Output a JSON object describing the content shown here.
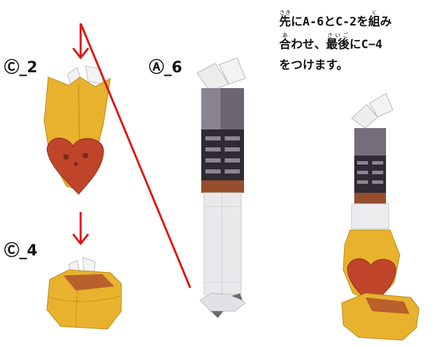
{
  "labels": {
    "c2": "Ⓒ_2",
    "a6": "Ⓐ_6",
    "c4": "Ⓒ_4"
  },
  "instructions": {
    "line1_pre": "",
    "line1_k1": "先",
    "line1_r1": "さき",
    "line1_mid": "にA-6とC-2を",
    "line1_k2": "組",
    "line1_r2": "く",
    "line1_post": "み",
    "line2_k1": "合",
    "line2_r1": "あ",
    "line2_mid": "わせ、",
    "line2_k2": "最後",
    "line2_r2": "さいご",
    "line2_post": "にC−4",
    "line3": "をつけます。"
  },
  "colors": {
    "arrow": "#e11414",
    "paper_yellow": "#e8b22e",
    "paper_red": "#c0442a",
    "paper_white": "#e9e9ec",
    "tower_dark": "#3a3440"
  }
}
